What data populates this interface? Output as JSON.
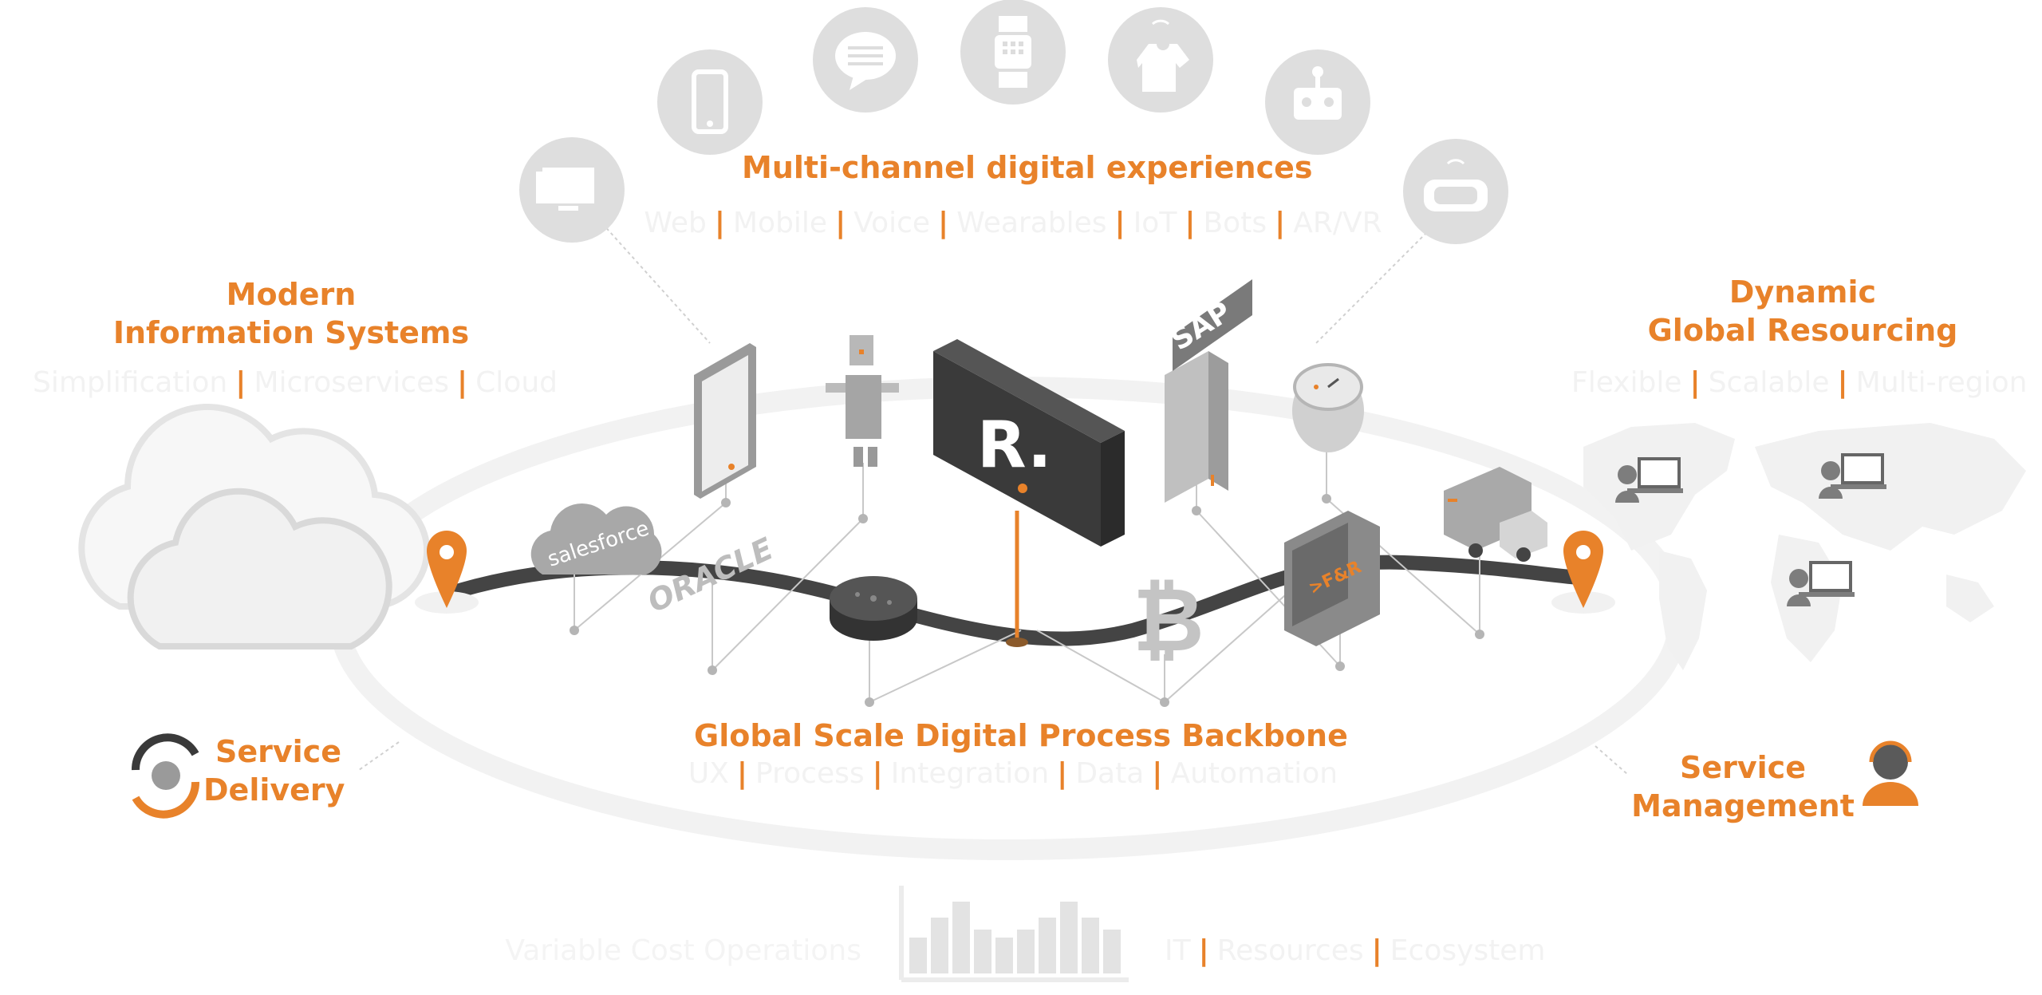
{
  "colors": {
    "accent": "#e8822a",
    "dark": "#3c3c3c",
    "grey": "#d6d6d6",
    "faint": "#f3f3f3"
  },
  "headings": {
    "multichannel": "Multi-channel digital experiences",
    "modern_line1": "Modern",
    "modern_line2": "Information Systems",
    "dynamic_line1": "Dynamic",
    "dynamic_line2": "Global Resourcing",
    "backbone": "Global Scale Digital Process Backbone",
    "service_delivery_line1": "Service",
    "service_delivery_line2": "Delivery",
    "service_management_line1": "Service",
    "service_management_line2": "Management"
  },
  "sublines": {
    "multichannel": [
      "Web",
      "Mobile",
      "Voice",
      "Wearables",
      "IoT",
      "Bots",
      "AR/VR"
    ],
    "modern": [
      "Simplification",
      "Microservices",
      "Cloud"
    ],
    "dynamic": [
      "Flexible",
      "Scalable",
      "Multi-region"
    ],
    "backbone": [
      "UX",
      "Process",
      "Integration",
      "Data",
      "Automation"
    ],
    "variable_left": "Variable Cost Operations",
    "variable_right": [
      "IT",
      "Resources",
      "Ecosystem"
    ]
  },
  "logos": {
    "salesforce": "salesforce",
    "oracle": "ORACLE",
    "sap": "SAP",
    "center_mark": "R.",
    "fr_box": ">F&R"
  },
  "icons": [
    "desktop-icon",
    "smartphone-icon",
    "chat-bubble-icon",
    "smartwatch-icon",
    "smart-shirt-icon",
    "robot-icon",
    "vr-headset-icon"
  ]
}
